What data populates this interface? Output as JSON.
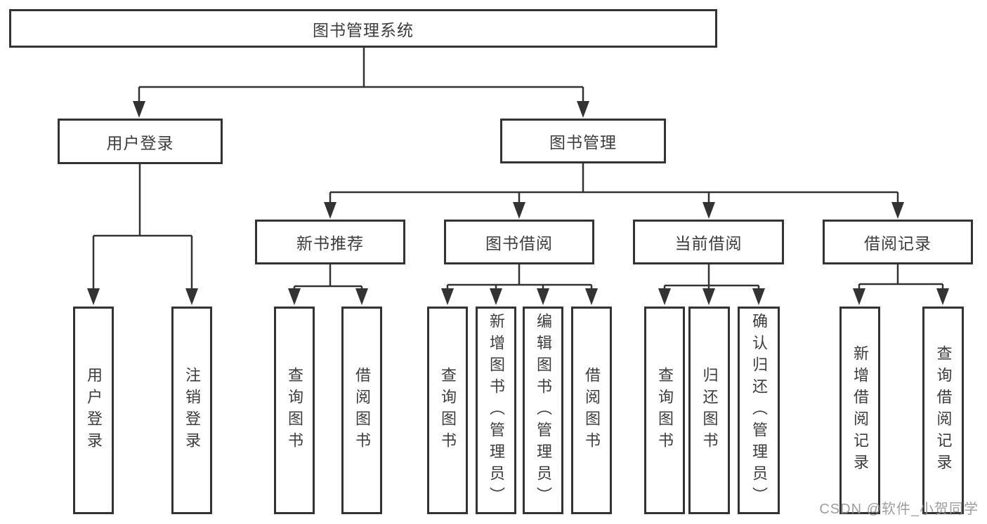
{
  "diagram": {
    "title": "图书管理系统",
    "watermark": "CSDN @软件_小贺同学",
    "colors": {
      "line": "#333333",
      "box_border": "#333333",
      "box_fill": "#ffffff",
      "text": "#3c3c3c",
      "background": "#ffffff",
      "watermark": "#949494"
    },
    "nodes": {
      "root": "图书管理系统",
      "user_login": "用户登录",
      "book_mgmt": "图书管理",
      "new_book_rec": "新书推荐",
      "book_borrow": "图书借阅",
      "current_borrow": "当前借阅",
      "borrow_record": "借阅记录",
      "leaf_user_login": "用户登录",
      "leaf_logout": "注销登录",
      "leaf_nb_query": "查询图书",
      "leaf_nb_borrow": "借阅图书",
      "leaf_bb_query": "查询图书",
      "leaf_bb_add": "新增图书（管理员）",
      "leaf_bb_edit": "编辑图书（管理员）",
      "leaf_bb_borrow": "借阅图书",
      "leaf_cb_query": "查询图书",
      "leaf_cb_return": "归还图书",
      "leaf_cb_confirm": "确认归还（管理员）",
      "leaf_br_add": "新增借阅记录",
      "leaf_br_query": "查询借阅记录"
    },
    "tree": {
      "图书管理系统": {
        "用户登录": [
          "用户登录",
          "注销登录"
        ],
        "图书管理": {
          "新书推荐": [
            "查询图书",
            "借阅图书"
          ],
          "图书借阅": [
            "查询图书",
            "新增图书（管理员）",
            "编辑图书（管理员）",
            "借阅图书"
          ],
          "当前借阅": [
            "查询图书",
            "归还图书",
            "确认归还（管理员）"
          ],
          "借阅记录": [
            "新增借阅记录",
            "查询借阅记录"
          ]
        }
      }
    }
  }
}
